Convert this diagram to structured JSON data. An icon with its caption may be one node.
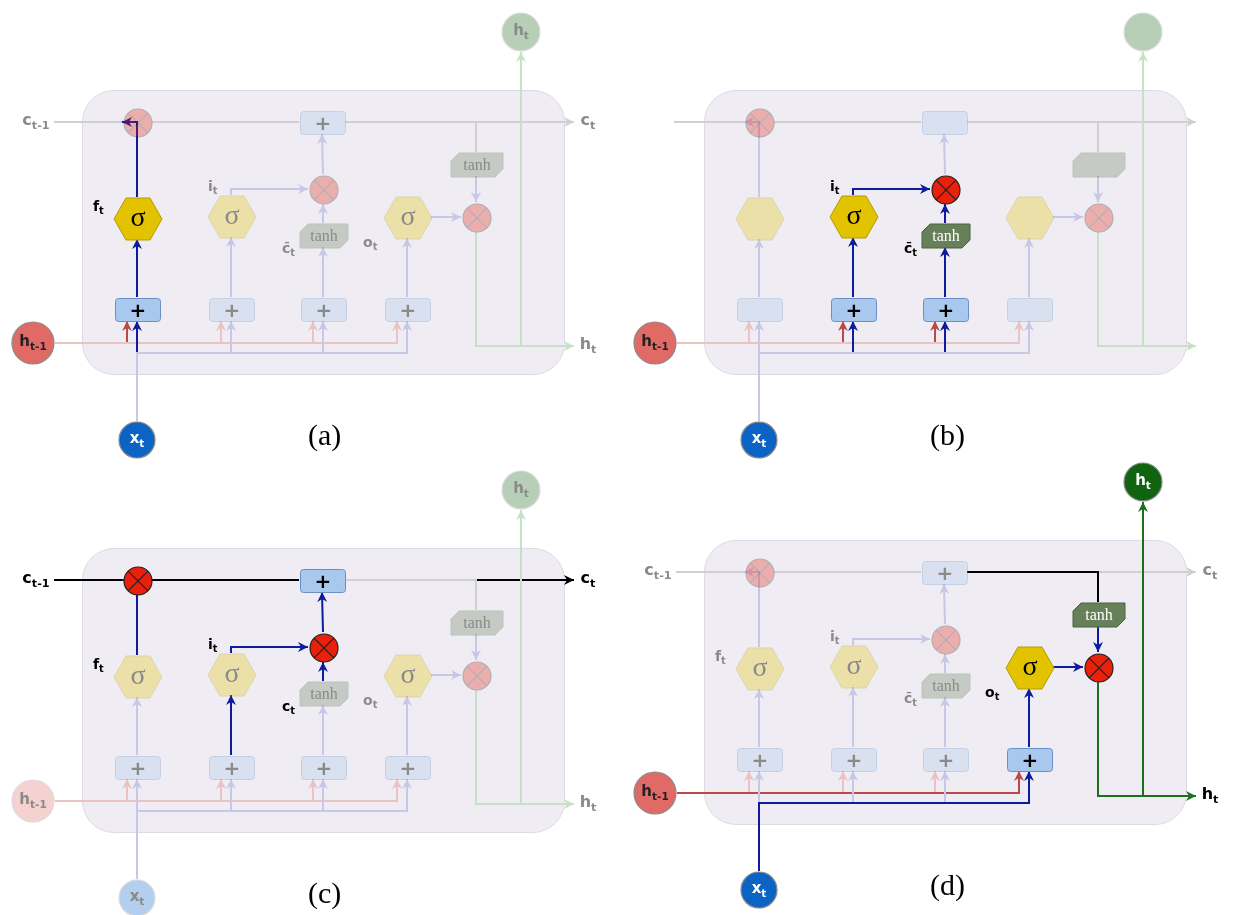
{
  "diagram": {
    "nodes": [
      {
        "text": [],
        "shape": "box"
      },
      {
        "text": [
          "c$_{t-1}$"
        ]
      },
      {
        "text": [
          "c$_{t}$"
        ]
      },
      {
        "text": [],
        "shape": "circle",
        "in": 0
      },
      {
        "text": [
          "+"
        ],
        "in": 0
      },
      {
        "text": [
          "σ"
        ],
        "beside": [
          "f$_{t}$"
        ],
        "in": 0
      },
      {
        "text": [
          "σ"
        ],
        "beside": [
          "i$_{t}$"
        ],
        "in": 0
      },
      {
        "text": [],
        "shape": "circle",
        "in": 0
      },
      {
        "text": [
          "tanh"
        ],
        "beside": [
          "c̄$_{t}$"
        ],
        "in": 0
      },
      {
        "text": [
          "σ"
        ],
        "beside": [
          "o$_{t}$"
        ],
        "in": 0
      },
      {
        "text": [],
        "shape": "circle",
        "in": 0
      },
      {
        "text": [
          "tanh"
        ],
        "in": 0
      },
      {
        "text": [
          "+"
        ],
        "in": 0
      },
      {
        "text": [
          "+"
        ],
        "in": 0
      },
      {
        "text": [
          "+"
        ],
        "in": 0
      },
      {
        "text": [
          "+"
        ],
        "in": 0
      },
      {
        "text": [
          "h$_{t-1}$"
        ]
      },
      {
        "text": [
          "x$_{t}$"
        ]
      },
      {
        "text": [
          "h$_{t}$"
        ]
      },
      {
        "text": [
          "h$_{t}$"
        ]
      },
      {
        "text": [],
        "shape": "box"
      },
      {
        "text": [],
        "shape": "circle",
        "in": 20
      },
      {
        "text": [],
        "shape": "box",
        "in": 20
      },
      {
        "text": [],
        "shape": "hexagon",
        "in": 20
      },
      {
        "text": [
          "σ"
        ],
        "beside": [
          "i$_{t}$"
        ],
        "in": 20
      },
      {
        "text": [],
        "shape": "circle",
        "in": 20
      },
      {
        "text": [
          "tanh"
        ],
        "beside": [
          "c̄$_{t}$"
        ],
        "in": 20
      },
      {
        "text": [],
        "shape": "hexagon",
        "in": 20
      },
      {
        "text": [],
        "shape": "circle",
        "in": 20
      },
      {
        "text": [],
        "shape": "box",
        "in": 20
      },
      {
        "text": [],
        "shape": "box",
        "in": 20
      },
      {
        "text": [
          "+"
        ],
        "in": 20
      },
      {
        "text": [
          "+"
        ],
        "in": 20
      },
      {
        "text": [],
        "shape": "box",
        "in": 20
      },
      {
        "text": [
          "h$_{t-1}$"
        ]
      },
      {
        "text": [
          "x$_{t}$"
        ]
      },
      {
        "text": [],
        "shape": "circle"
      },
      {
        "text": [],
        "shape": "box"
      },
      {
        "text": [
          "c$_{t-1}$"
        ]
      },
      {
        "text": [
          "c$_{t}$"
        ]
      },
      {
        "text": [],
        "shape": "circle",
        "in": 37
      },
      {
        "text": [
          "+"
        ],
        "in": 37
      },
      {
        "text": [
          "σ"
        ],
        "beside": [
          "f$_{t}$"
        ],
        "in": 37
      },
      {
        "text": [
          "σ"
        ],
        "beside": [
          "i$_{t}$"
        ],
        "in": 37
      },
      {
        "text": [],
        "shape": "circle",
        "in": 37
      },
      {
        "text": [
          "tanh"
        ],
        "beside": [
          "c$_{t}$"
        ],
        "in": 37
      },
      {
        "text": [
          "σ"
        ],
        "beside": [
          "o$_{t}$"
        ],
        "in": 37
      },
      {
        "text": [],
        "shape": "circle",
        "in": 37
      },
      {
        "text": [
          "tanh"
        ],
        "in": 37
      },
      {
        "text": [
          "+"
        ],
        "in": 37
      },
      {
        "text": [
          "+"
        ],
        "in": 37
      },
      {
        "text": [
          "+"
        ],
        "in": 37
      },
      {
        "text": [
          "+"
        ],
        "in": 37
      },
      {
        "text": [
          "h$_{t-1}$"
        ]
      },
      {
        "text": [
          "x$_{t}$"
        ]
      },
      {
        "text": [
          "h$_{t}$"
        ]
      },
      {
        "text": [
          "h$_{t}$"
        ]
      },
      {
        "text": [],
        "shape": "box"
      },
      {
        "text": [
          "c$_{t-1}$"
        ]
      },
      {
        "text": [
          "c$_{t}$"
        ]
      },
      {
        "text": [],
        "shape": "circle",
        "in": 57
      },
      {
        "text": [
          "+"
        ],
        "in": 57
      },
      {
        "text": [
          "σ"
        ],
        "beside": [
          "f$_{t}$"
        ],
        "in": 57
      },
      {
        "text": [
          "σ"
        ],
        "beside": [
          "i$_{t}$"
        ],
        "in": 57
      },
      {
        "text": [],
        "shape": "circle",
        "in": 57
      },
      {
        "text": [
          "tanh"
        ],
        "beside": [
          "c̄$_{t}$"
        ],
        "in": 57
      },
      {
        "text": [
          "σ"
        ],
        "beside": [
          "o$_{t}$"
        ],
        "in": 57
      },
      {
        "text": [],
        "shape": "circle",
        "in": 57
      },
      {
        "text": [
          "tanh"
        ],
        "in": 57
      },
      {
        "text": [
          "+"
        ],
        "in": 57
      },
      {
        "text": [
          "+"
        ],
        "in": 57
      },
      {
        "text": [
          "+"
        ],
        "in": 57
      },
      {
        "text": [
          "+"
        ],
        "in": 57
      },
      {
        "text": [
          "h$_{t-1}$"
        ]
      },
      {
        "text": [
          "x$_{t}$"
        ]
      },
      {
        "text": [
          "h$_{t}$"
        ]
      },
      {
        "text": [
          "h$_{t}$"
        ]
      }
    ],
    "edges": [
      {
        "from": 1,
        "to": 3,
        "arrow": "none",
        "color": "#d0d0d0"
      },
      {
        "from": 3,
        "to": 4,
        "arrow": "none",
        "color": "#d0d0d0"
      },
      {
        "from": 4,
        "to": 2,
        "arrow": "to",
        "color": "#d0d0d0"
      },
      {
        "from": 4,
        "to": 11,
        "arrow": "none",
        "color": "#d0d0d0"
      },
      {
        "from": 12,
        "to": 5,
        "arrow": "to",
        "color": "#0d1b9e"
      },
      {
        "from": 5,
        "to": 3,
        "arrow": "to",
        "color": "#0d1b9e"
      },
      {
        "from": 13,
        "to": 6,
        "arrow": "to",
        "color": "#c7c7e8"
      },
      {
        "from": 6,
        "to": 7,
        "arrow": "to",
        "color": "#c7c7e8"
      },
      {
        "from": 14,
        "to": 8,
        "arrow": "to",
        "color": "#c7c7e8"
      },
      {
        "from": 8,
        "to": 7,
        "arrow": "to",
        "color": "#c7c7e8"
      },
      {
        "from": 7,
        "to": 4,
        "arrow": "to",
        "color": "#c7c7e8"
      },
      {
        "from": 15,
        "to": 9,
        "arrow": "to",
        "color": "#c7c7e8"
      },
      {
        "from": 9,
        "to": 10,
        "arrow": "to",
        "color": "#c7c7e8"
      },
      {
        "from": 11,
        "to": 10,
        "arrow": "to",
        "color": "#c7c7e8"
      },
      {
        "from": 10,
        "to": 19,
        "arrow": "to",
        "color": "#c6e2c6"
      },
      {
        "from": 10,
        "to": 18,
        "arrow": "to",
        "color": "#c6e2c6"
      },
      {
        "from": 16,
        "to": 12,
        "arrow": "to",
        "color": "#b94a48"
      },
      {
        "from": 16,
        "to": 13,
        "arrow": "to",
        "color": "#eac3c3"
      },
      {
        "from": 16,
        "to": 14,
        "arrow": "to",
        "color": "#eac3c3"
      },
      {
        "from": 16,
        "to": 15,
        "arrow": "to",
        "color": "#eac3c3"
      },
      {
        "from": 17,
        "to": 12,
        "arrow": "to",
        "color": "#0d1b9e"
      },
      {
        "from": 17,
        "to": 13,
        "arrow": "to",
        "color": "#c7c7e8"
      },
      {
        "from": 17,
        "to": 14,
        "arrow": "to",
        "color": "#c7c7e8"
      },
      {
        "from": 17,
        "to": 15,
        "arrow": "to",
        "color": "#c7c7e8"
      },
      {
        "from": null,
        "to": 21,
        "arrow": "none",
        "color": "#d0d0d0"
      },
      {
        "from": 21,
        "to": 22,
        "arrow": "none",
        "color": "#d0d0d0"
      },
      {
        "from": 22,
        "to": null,
        "arrow": "to",
        "color": "#d0d0d0"
      },
      {
        "from": 22,
        "to": 29,
        "arrow": "none",
        "color": "#d0d0d0"
      },
      {
        "from": 30,
        "to": 23,
        "arrow": "to",
        "color": "#c7c7e8"
      },
      {
        "from": 23,
        "to": 21,
        "arrow": "to",
        "color": "#c7c7e8"
      },
      {
        "from": 31,
        "to": 24,
        "arrow": "to",
        "color": "#0d1b9e"
      },
      {
        "from": 24,
        "to": 25,
        "arrow": "to",
        "color": "#0d1b9e"
      },
      {
        "from": 32,
        "to": 26,
        "arrow": "to",
        "color": "#0d1b9e"
      },
      {
        "from": 26,
        "to": 25,
        "arrow": "to",
        "color": "#0d1b9e"
      },
      {
        "from": 25,
        "to": 22,
        "arrow": "to",
        "color": "#c7c7e8"
      },
      {
        "from": 33,
        "to": 27,
        "arrow": "to",
        "color": "#c7c7e8"
      },
      {
        "from": 27,
        "to": 28,
        "arrow": "to",
        "color": "#c7c7e8"
      },
      {
        "from": 29,
        "to": 28,
        "arrow": "to",
        "color": "#c7c7e8"
      },
      {
        "from": 28,
        "to": null,
        "arrow": "to",
        "color": "#c6e2c6"
      },
      {
        "from": 28,
        "to": 36,
        "arrow": "to",
        "color": "#c6e2c6"
      },
      {
        "from": 34,
        "to": 30,
        "arrow": "to",
        "color": "#eac3c3"
      },
      {
        "from": 34,
        "to": 31,
        "arrow": "to",
        "color": "#b94a48"
      },
      {
        "from": 34,
        "to": 32,
        "arrow": "to",
        "color": "#b94a48"
      },
      {
        "from": 34,
        "to": 33,
        "arrow": "to",
        "color": "#eac3c3"
      },
      {
        "from": 35,
        "to": 30,
        "arrow": "to",
        "color": "#c7c7e8"
      },
      {
        "from": 35,
        "to": 31,
        "arrow": "to",
        "color": "#0d1b9e"
      },
      {
        "from": 35,
        "to": 32,
        "arrow": "to",
        "color": "#0d1b9e"
      },
      {
        "from": 35,
        "to": 33,
        "arrow": "to",
        "color": "#c7c7e8"
      },
      {
        "from": 38,
        "to": 40,
        "arrow": "none",
        "color": "#000000"
      },
      {
        "from": 40,
        "to": 41,
        "arrow": "none",
        "color": "#000000"
      },
      {
        "from": 41,
        "to": 39,
        "arrow": "to",
        "color": "#000000"
      },
      {
        "from": 41,
        "to": 48,
        "arrow": "none",
        "color": "#d0d0d0"
      },
      {
        "from": 49,
        "to": 42,
        "arrow": "to",
        "color": "#c7c7e8"
      },
      {
        "from": 42,
        "to": 40,
        "arrow": "to",
        "color": "#0d1b9e"
      },
      {
        "from": 50,
        "to": 43,
        "arrow": "to",
        "color": "#0d1b9e"
      },
      {
        "from": 43,
        "to": 44,
        "arrow": "to",
        "color": "#0d1b9e"
      },
      {
        "from": 51,
        "to": 45,
        "arrow": "to",
        "color": "#c7c7e8"
      },
      {
        "from": 45,
        "to": 44,
        "arrow": "to",
        "color": "#0d1b9e"
      },
      {
        "from": 44,
        "to": 41,
        "arrow": "to",
        "color": "#0d1b9e"
      },
      {
        "from": 52,
        "to": 46,
        "arrow": "to",
        "color": "#c7c7e8"
      },
      {
        "from": 46,
        "to": 47,
        "arrow": "to",
        "color": "#c7c7e8"
      },
      {
        "from": 48,
        "to": 47,
        "arrow": "to",
        "color": "#c7c7e8"
      },
      {
        "from": 47,
        "to": 56,
        "arrow": "to",
        "color": "#c6e2c6"
      },
      {
        "from": 47,
        "to": 55,
        "arrow": "to",
        "color": "#c6e2c6"
      },
      {
        "from": 53,
        "to": 49,
        "arrow": "to",
        "color": "#eac3c3"
      },
      {
        "from": 53,
        "to": 50,
        "arrow": "to",
        "color": "#eac3c3"
      },
      {
        "from": 53,
        "to": 51,
        "arrow": "to",
        "color": "#eac3c3"
      },
      {
        "from": 53,
        "to": 52,
        "arrow": "to",
        "color": "#eac3c3"
      },
      {
        "from": 54,
        "to": 49,
        "arrow": "to",
        "color": "#c7c7e8"
      },
      {
        "from": 54,
        "to": 50,
        "arrow": "to",
        "color": "#c7c7e8"
      },
      {
        "from": 54,
        "to": 51,
        "arrow": "to",
        "color": "#c7c7e8"
      },
      {
        "from": 54,
        "to": 52,
        "arrow": "to",
        "color": "#c7c7e8"
      },
      {
        "from": 58,
        "to": 60,
        "arrow": "none",
        "color": "#d0d0d0"
      },
      {
        "from": 60,
        "to": 61,
        "arrow": "none",
        "color": "#d0d0d0"
      },
      {
        "from": 61,
        "to": 59,
        "arrow": "to",
        "color": "#d0d0d0"
      },
      {
        "from": 61,
        "to": 68,
        "arrow": "none",
        "color": "#000000"
      },
      {
        "from": 69,
        "to": 62,
        "arrow": "to",
        "color": "#c7c7e8"
      },
      {
        "from": 62,
        "to": 60,
        "arrow": "to",
        "color": "#c7c7e8"
      },
      {
        "from": 70,
        "to": 63,
        "arrow": "to",
        "color": "#c7c7e8"
      },
      {
        "from": 63,
        "to": 64,
        "arrow": "to",
        "color": "#c7c7e8"
      },
      {
        "from": 71,
        "to": 65,
        "arrow": "to",
        "color": "#c7c7e8"
      },
      {
        "from": 65,
        "to": 64,
        "arrow": "to",
        "color": "#c7c7e8"
      },
      {
        "from": 64,
        "to": 61,
        "arrow": "to",
        "color": "#c7c7e8"
      },
      {
        "from": 72,
        "to": 66,
        "arrow": "to",
        "color": "#0d1b9e"
      },
      {
        "from": 66,
        "to": 67,
        "arrow": "to",
        "color": "#0d1b9e"
      },
      {
        "from": 68,
        "to": 67,
        "arrow": "to",
        "color": "#0d1b9e"
      },
      {
        "from": 67,
        "to": 76,
        "arrow": "to",
        "color": "#1d6f1d"
      },
      {
        "from": 67,
        "to": 75,
        "arrow": "to",
        "color": "#1d6f1d"
      },
      {
        "from": 73,
        "to": 69,
        "arrow": "to",
        "color": "#eac3c3"
      },
      {
        "from": 73,
        "to": 70,
        "arrow": "to",
        "color": "#eac3c3"
      },
      {
        "from": 73,
        "to": 71,
        "arrow": "to",
        "color": "#eac3c3"
      },
      {
        "from": 73,
        "to": 72,
        "arrow": "to",
        "color": "#b94a48"
      },
      {
        "from": 74,
        "to": 69,
        "arrow": "to",
        "color": "#c7c7e8"
      },
      {
        "from": 74,
        "to": 70,
        "arrow": "to",
        "color": "#c7c7e8"
      },
      {
        "from": 74,
        "to": 71,
        "arrow": "to",
        "color": "#c7c7e8"
      },
      {
        "from": 74,
        "to": 72,
        "arrow": "to",
        "color": "#0d1b9e"
      }
    ],
    "labels": [
      "(a)",
      "(b)",
      "(c)",
      "(d)"
    ]
  }
}
